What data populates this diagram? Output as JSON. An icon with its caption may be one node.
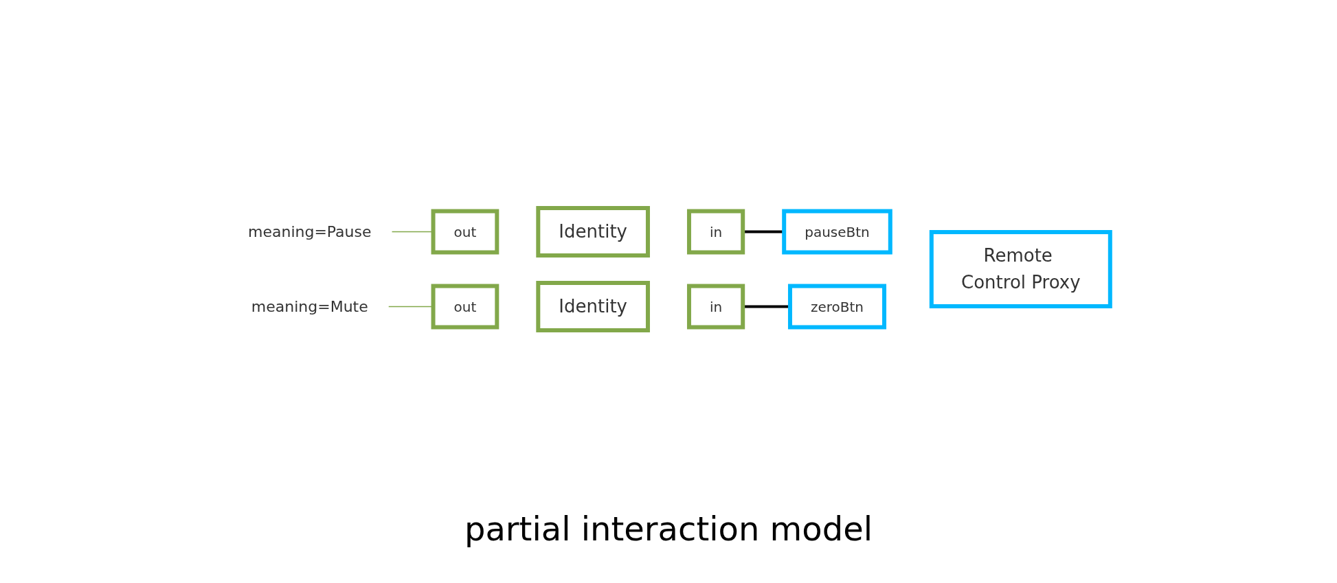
{
  "diagram": {
    "caption": "partial interaction model",
    "nodes": [
      {
        "text": [
          "meaning=Pause"
        ]
      },
      {
        "text": [
          "out"
        ]
      },
      {
        "text": [
          "Identity"
        ]
      },
      {
        "text": [
          "in"
        ]
      },
      {
        "text": [
          "out"
        ]
      },
      {
        "text": [
          "Identity"
        ]
      },
      {
        "text": [
          "in"
        ]
      },
      {
        "text": [
          "meaning=Mute"
        ]
      },
      {
        "text": [
          "pauseBtn"
        ]
      },
      {
        "text": [
          "zeroBtn"
        ]
      },
      {
        "text": [
          "Remote Control Proxy"
        ]
      }
    ],
    "edges": [
      {
        "from": 0,
        "to": 1,
        "arrow": "none",
        "color": "#82a84a"
      },
      {
        "from": 3,
        "to": 8,
        "arrow": "none",
        "color": "#000000"
      },
      {
        "from": 6,
        "to": 9,
        "arrow": "none",
        "color": "#000000"
      },
      {
        "from": 7,
        "to": 4,
        "arrow": "none",
        "color": "#82a84a"
      }
    ]
  }
}
